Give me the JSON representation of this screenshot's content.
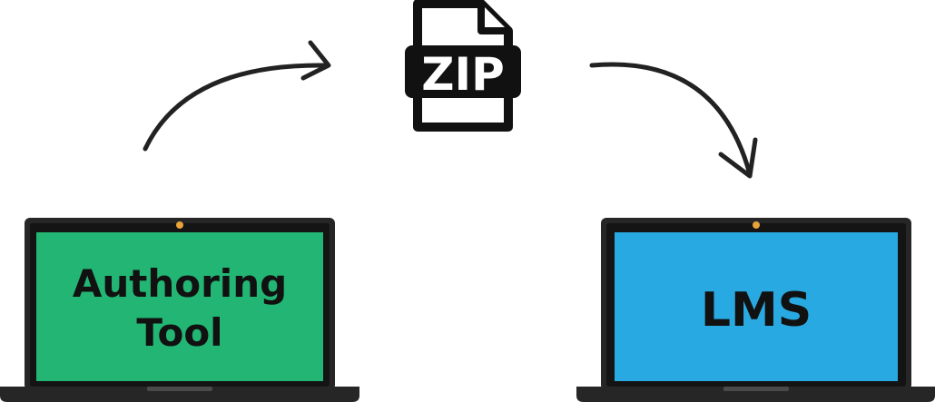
{
  "zip_file": {
    "label": "ZIP",
    "icon": "zip-file-icon"
  },
  "laptops": [
    {
      "name": "authoring-tool",
      "lines": [
        "Authoring",
        "Tool"
      ],
      "screen_color": "#22b573",
      "icon": "laptop-icon"
    },
    {
      "name": "lms",
      "lines": [
        "LMS"
      ],
      "screen_color": "#29a9e1",
      "icon": "laptop-icon"
    }
  ],
  "colors": {
    "laptop_body": "#262626",
    "laptop_bezel": "#141414",
    "camera": "#e8a33a",
    "arrow": "#222222",
    "icon": "#111111"
  },
  "arrows": [
    "arrow-icon",
    "arrow-icon"
  ]
}
